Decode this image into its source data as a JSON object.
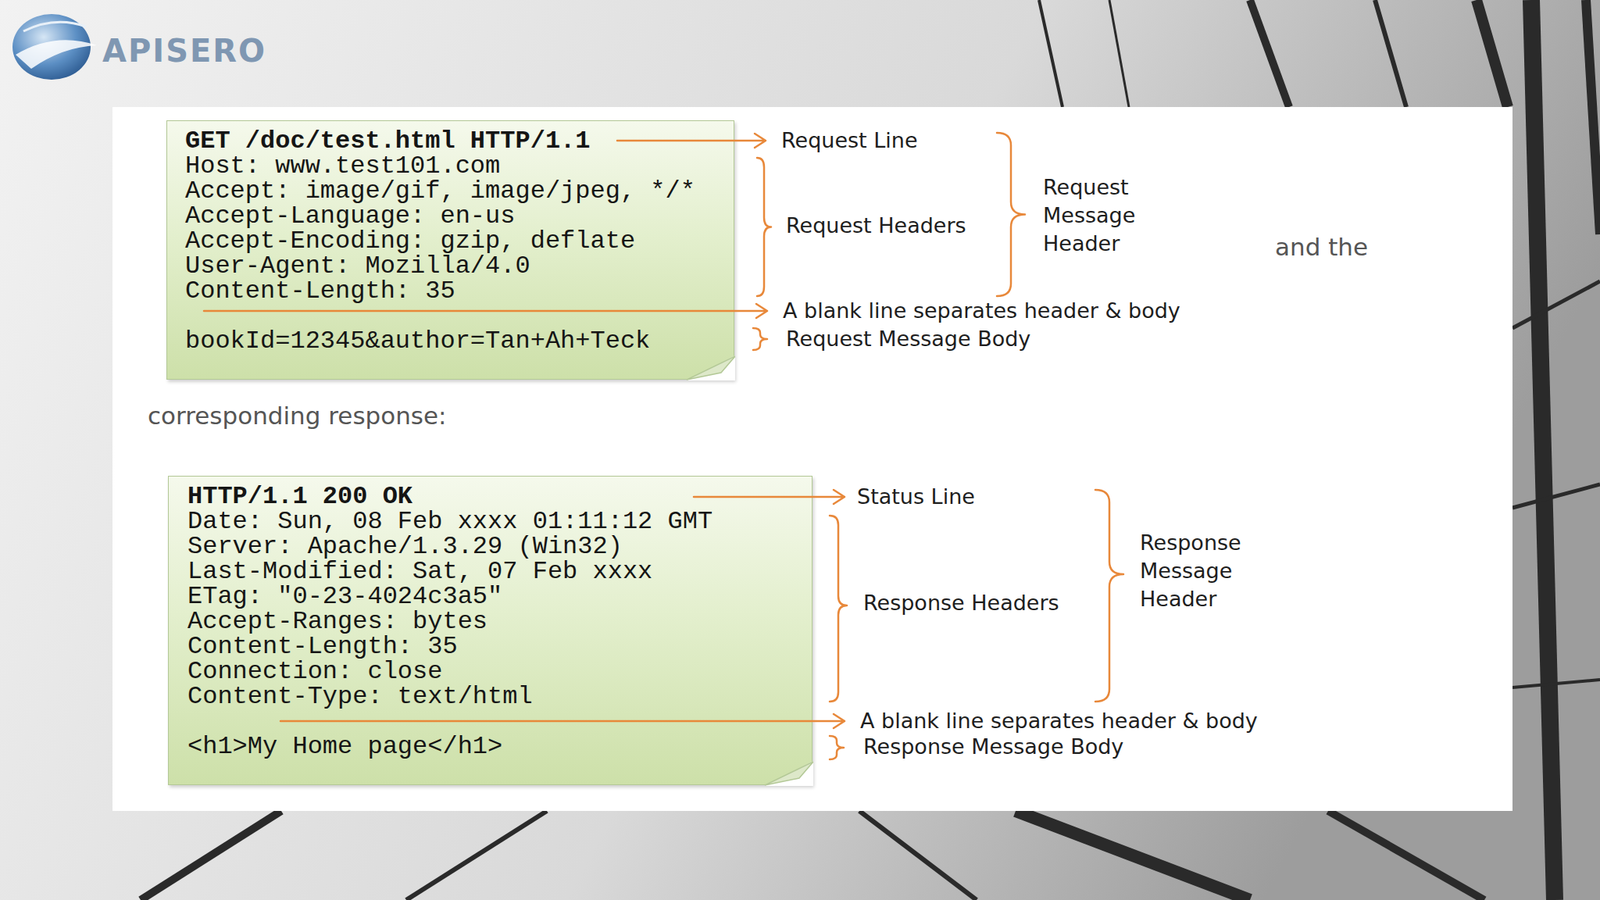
{
  "diagram": {
    "nodes": [
      {
        "text": [
          "GET /doc/test.html HTTP/1.1",
          "Host: www.test101.com",
          "Accept: image/gif, image/jpeg, */*",
          "Accept-Language: en-us",
          "Accept-Encoding: gzip, deflate",
          "User-Agent: Mozilla/4.0",
          "Content-Length: 35",
          "bookId=12345&author=Tan+Ah+Teck"
        ]
      },
      {
        "text": [
          "HTTP/1.1 200 OK",
          "Date: Sun, 08 Feb xxxx 01:11:12 GMT",
          "Server: Apache/1.3.29 (Win32)",
          "Last-Modified: Sat, 07 Feb xxxx",
          "ETag: \"0-23-4024c3a5\"",
          "Accept-Ranges: bytes",
          "Content-Length: 35",
          "Connection: close",
          "Content-Type: text/html",
          "<h1>My Home page</h1>"
        ]
      }
    ],
    "labels": [
      "APISERO",
      "Request Line",
      "Request Headers",
      "Request Message Header",
      "A blank line separates header & body",
      "Request Message Body",
      "and the",
      "corresponding response:",
      "Status Line",
      "Response Headers",
      "Response Message Header",
      "A blank line separates header & body",
      "Response Message Body"
    ]
  }
}
